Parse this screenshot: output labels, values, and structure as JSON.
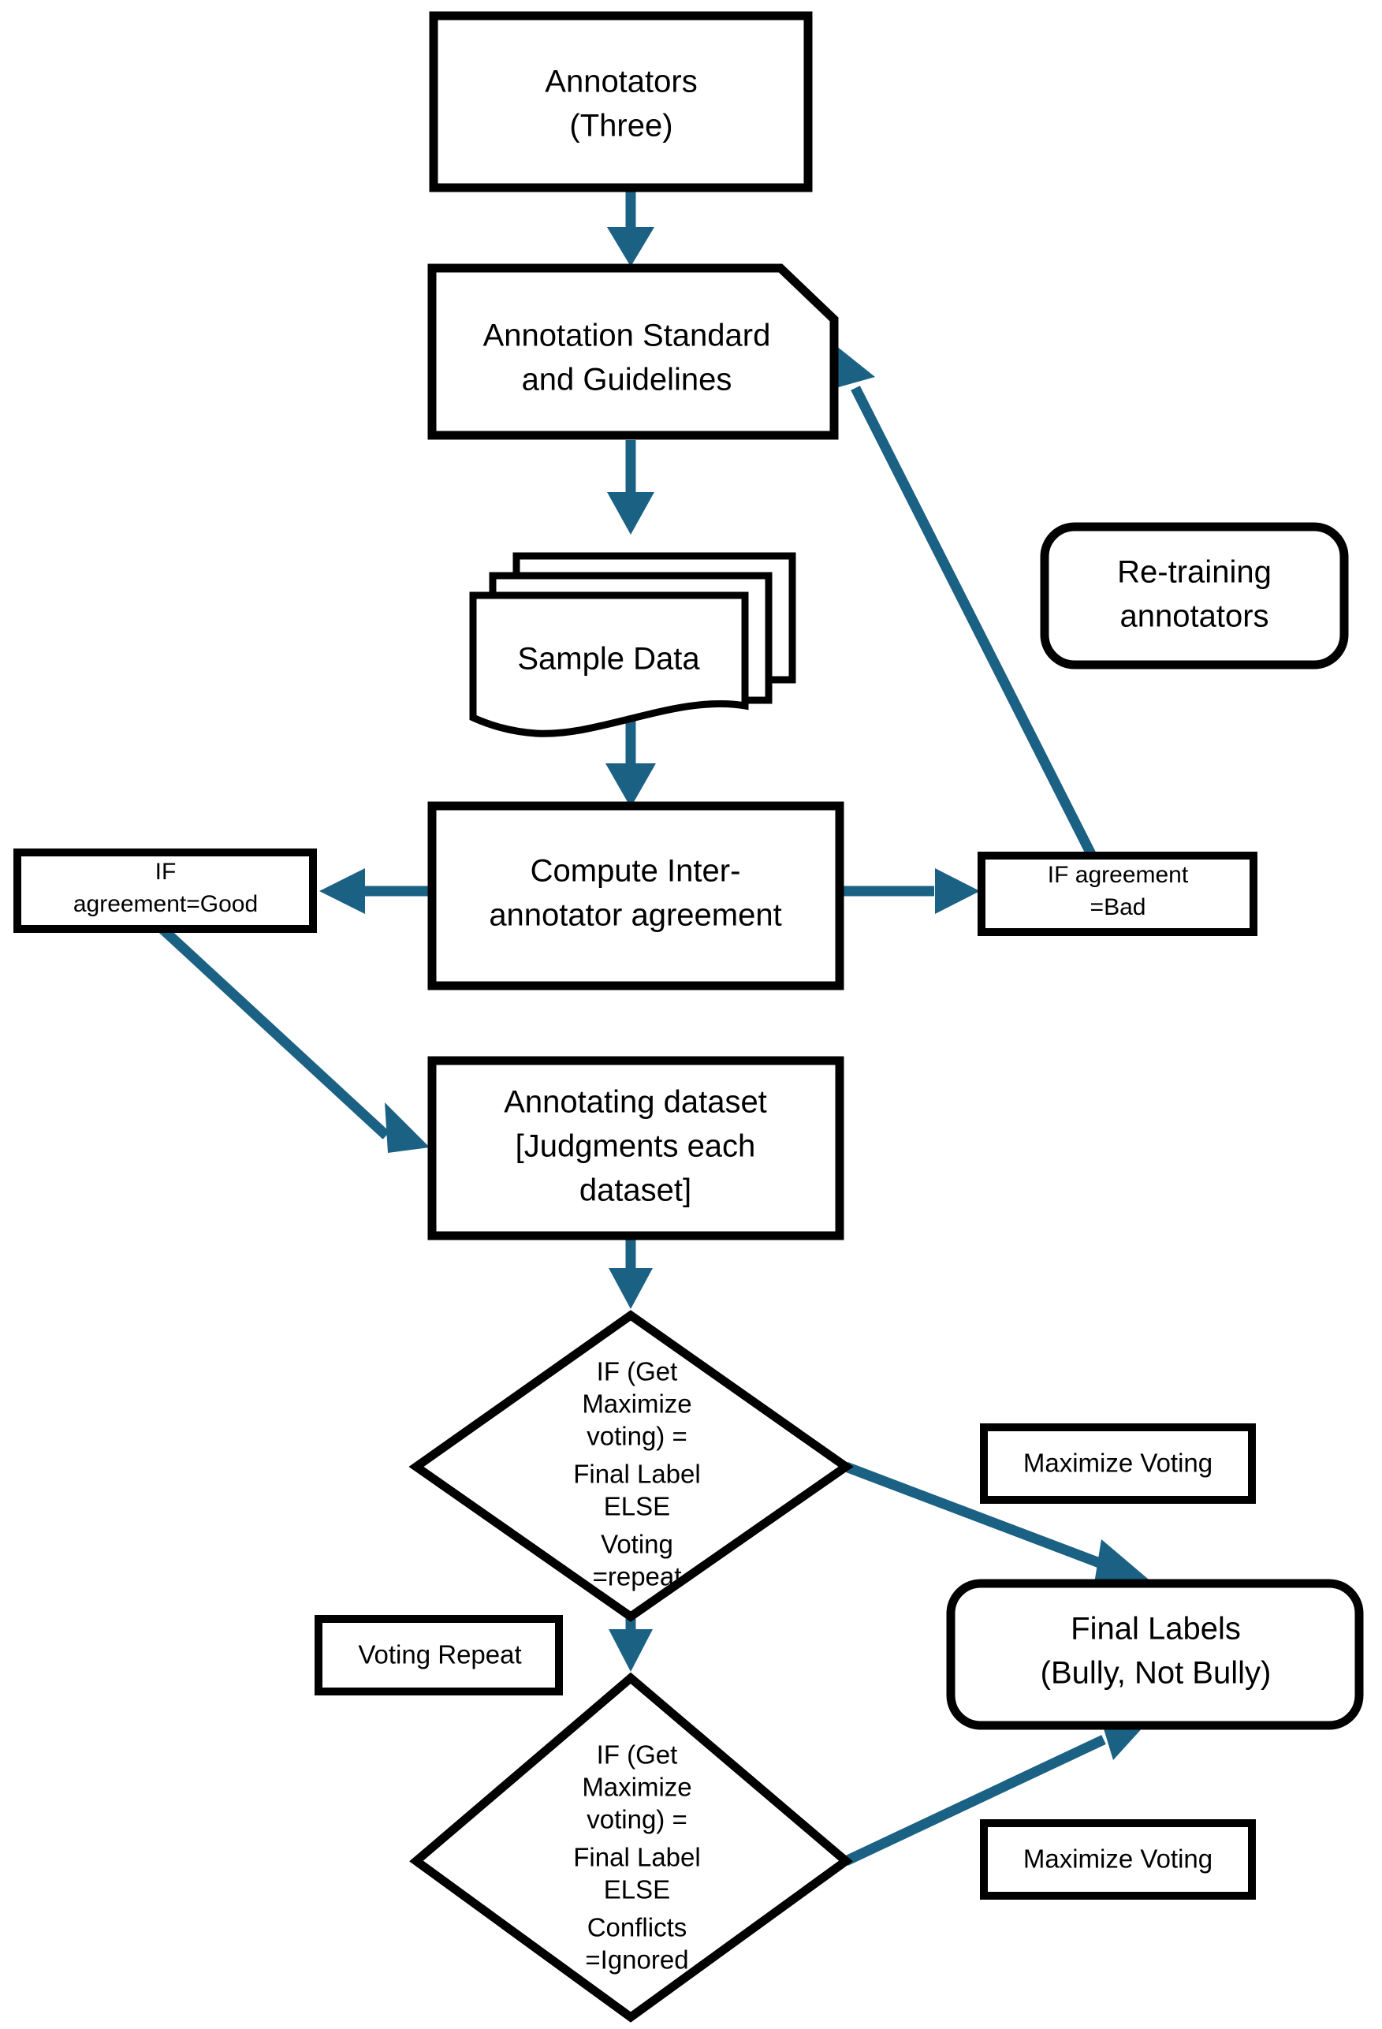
{
  "diagram": {
    "title": "Annotation workflow flowchart",
    "colors": {
      "stroke": "#000000",
      "connector": "#1b6184",
      "background": "#ffffff"
    },
    "nodes": {
      "annotators": {
        "shape": "rectangle",
        "line1": "Annotators",
        "line2": "(Three)"
      },
      "annotation_standard": {
        "shape": "rectangle-cut-corner",
        "line1": "Annotation Standard",
        "line2": "and Guidelines"
      },
      "sample_data": {
        "shape": "multidocument",
        "line1": "Sample Data"
      },
      "retraining": {
        "shape": "rounded-rectangle",
        "line1": "Re-training",
        "line2": "annotators"
      },
      "compute_agreement": {
        "shape": "rectangle",
        "line1": "Compute Inter-",
        "line2": "annotator agreement"
      },
      "if_good": {
        "shape": "rectangle",
        "line1": "IF",
        "line2": "agreement=Good"
      },
      "if_bad": {
        "shape": "rectangle",
        "line1": "IF agreement",
        "line2": "=Bad"
      },
      "annotating_dataset": {
        "shape": "rectangle",
        "line1": "Annotating dataset",
        "line2": "[Judgments each",
        "line3": "dataset]"
      },
      "decision_voting": {
        "shape": "diamond",
        "line1": "IF (Get",
        "line2": "Maximize",
        "line3": "voting) =",
        "line4": "Final Label",
        "line5": "ELSE",
        "line6": "Voting",
        "line7": "=repeat"
      },
      "decision_conflicts": {
        "shape": "diamond",
        "line1": "IF (Get",
        "line2": "Maximize",
        "line3": "voting) =",
        "line4": "Final Label",
        "line5": "ELSE",
        "line6": "Conflicts",
        "line7": "=Ignored"
      },
      "maximize_voting_top": {
        "shape": "rectangle",
        "line1": "Maximize Voting"
      },
      "maximize_voting_bottom": {
        "shape": "rectangle",
        "line1": "Maximize Voting"
      },
      "voting_repeat": {
        "shape": "rectangle",
        "line1": "Voting Repeat"
      },
      "final_labels": {
        "shape": "rounded-rectangle",
        "line1": "Final Labels",
        "line2": "(Bully, Not Bully)"
      }
    },
    "edges": [
      {
        "name": "annotators-to-standard",
        "from": "annotators",
        "to": "annotation_standard",
        "direction": "down"
      },
      {
        "name": "standard-to-sample-data",
        "from": "annotation_standard",
        "to": "sample_data",
        "direction": "down"
      },
      {
        "name": "sample-data-to-compute",
        "from": "sample_data",
        "to": "compute_agreement",
        "direction": "down"
      },
      {
        "name": "compute-to-if-good",
        "from": "compute_agreement",
        "to": "if_good",
        "direction": "left"
      },
      {
        "name": "compute-to-if-bad",
        "from": "compute_agreement",
        "to": "if_bad",
        "direction": "right"
      },
      {
        "name": "if-bad-to-standard",
        "from": "if_bad",
        "to": "annotation_standard",
        "direction": "up-left"
      },
      {
        "name": "if-good-to-annotating",
        "from": "if_good",
        "to": "annotating_dataset",
        "direction": "down-right"
      },
      {
        "name": "annotating-to-decision-voting",
        "from": "annotating_dataset",
        "to": "decision_voting",
        "direction": "down"
      },
      {
        "name": "decision-voting-to-final-labels",
        "from": "decision_voting",
        "to": "final_labels",
        "direction": "down-right"
      },
      {
        "name": "decision-voting-to-decision-conflicts",
        "from": "decision_voting",
        "to": "decision_conflicts",
        "direction": "down"
      },
      {
        "name": "decision-conflicts-to-final-labels",
        "from": "decision_conflicts",
        "to": "final_labels",
        "direction": "up-right"
      }
    ]
  }
}
